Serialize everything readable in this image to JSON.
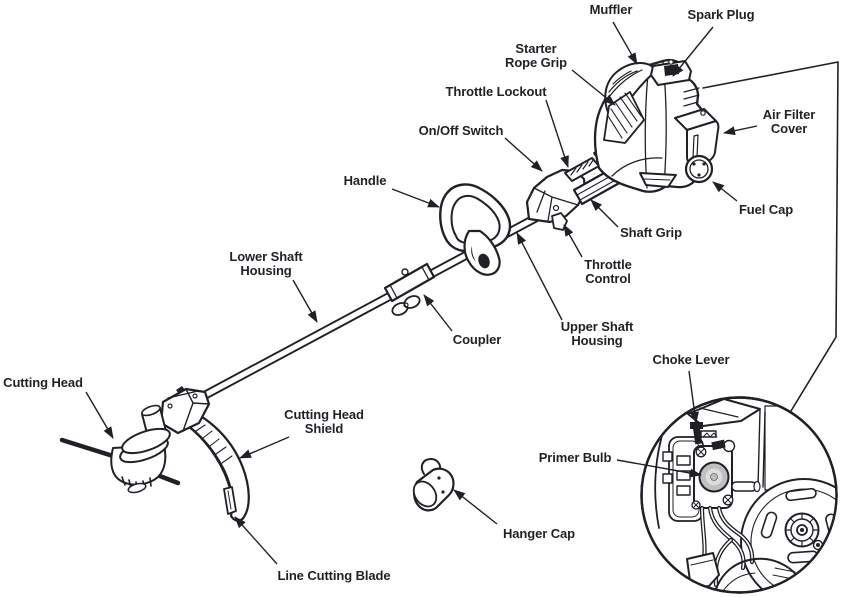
{
  "diagram": {
    "type": "labeled-parts-diagram",
    "subject": "gas string trimmer parts identification drawing",
    "colors": {
      "ink": "#231f26",
      "paper": "#ffffff",
      "bulb_gray": "#bfbfbf"
    },
    "labels": {
      "muffler": "Muffler",
      "spark_plug": "Spark Plug",
      "starter_rope_grip": "Starter\nRope Grip",
      "throttle_lockout": "Throttle Lockout",
      "on_off_switch": "On/Off Switch",
      "handle": "Handle",
      "air_filter_cover": "Air Filter\nCover",
      "fuel_cap": "Fuel Cap",
      "shaft_grip": "Shaft Grip",
      "throttle_control": "Throttle\nControl",
      "lower_shaft_housing": "Lower Shaft\nHousing",
      "coupler": "Coupler",
      "upper_shaft_housing": "Upper Shaft\nHousing",
      "choke_lever": "Choke Lever",
      "primer_bulb": "Primer Bulb",
      "cutting_head": "Cutting Head",
      "cutting_head_shield": "Cutting Head\nShield",
      "hanger_cap": "Hanger Cap",
      "line_cutting_blade": "Line Cutting Blade"
    }
  }
}
